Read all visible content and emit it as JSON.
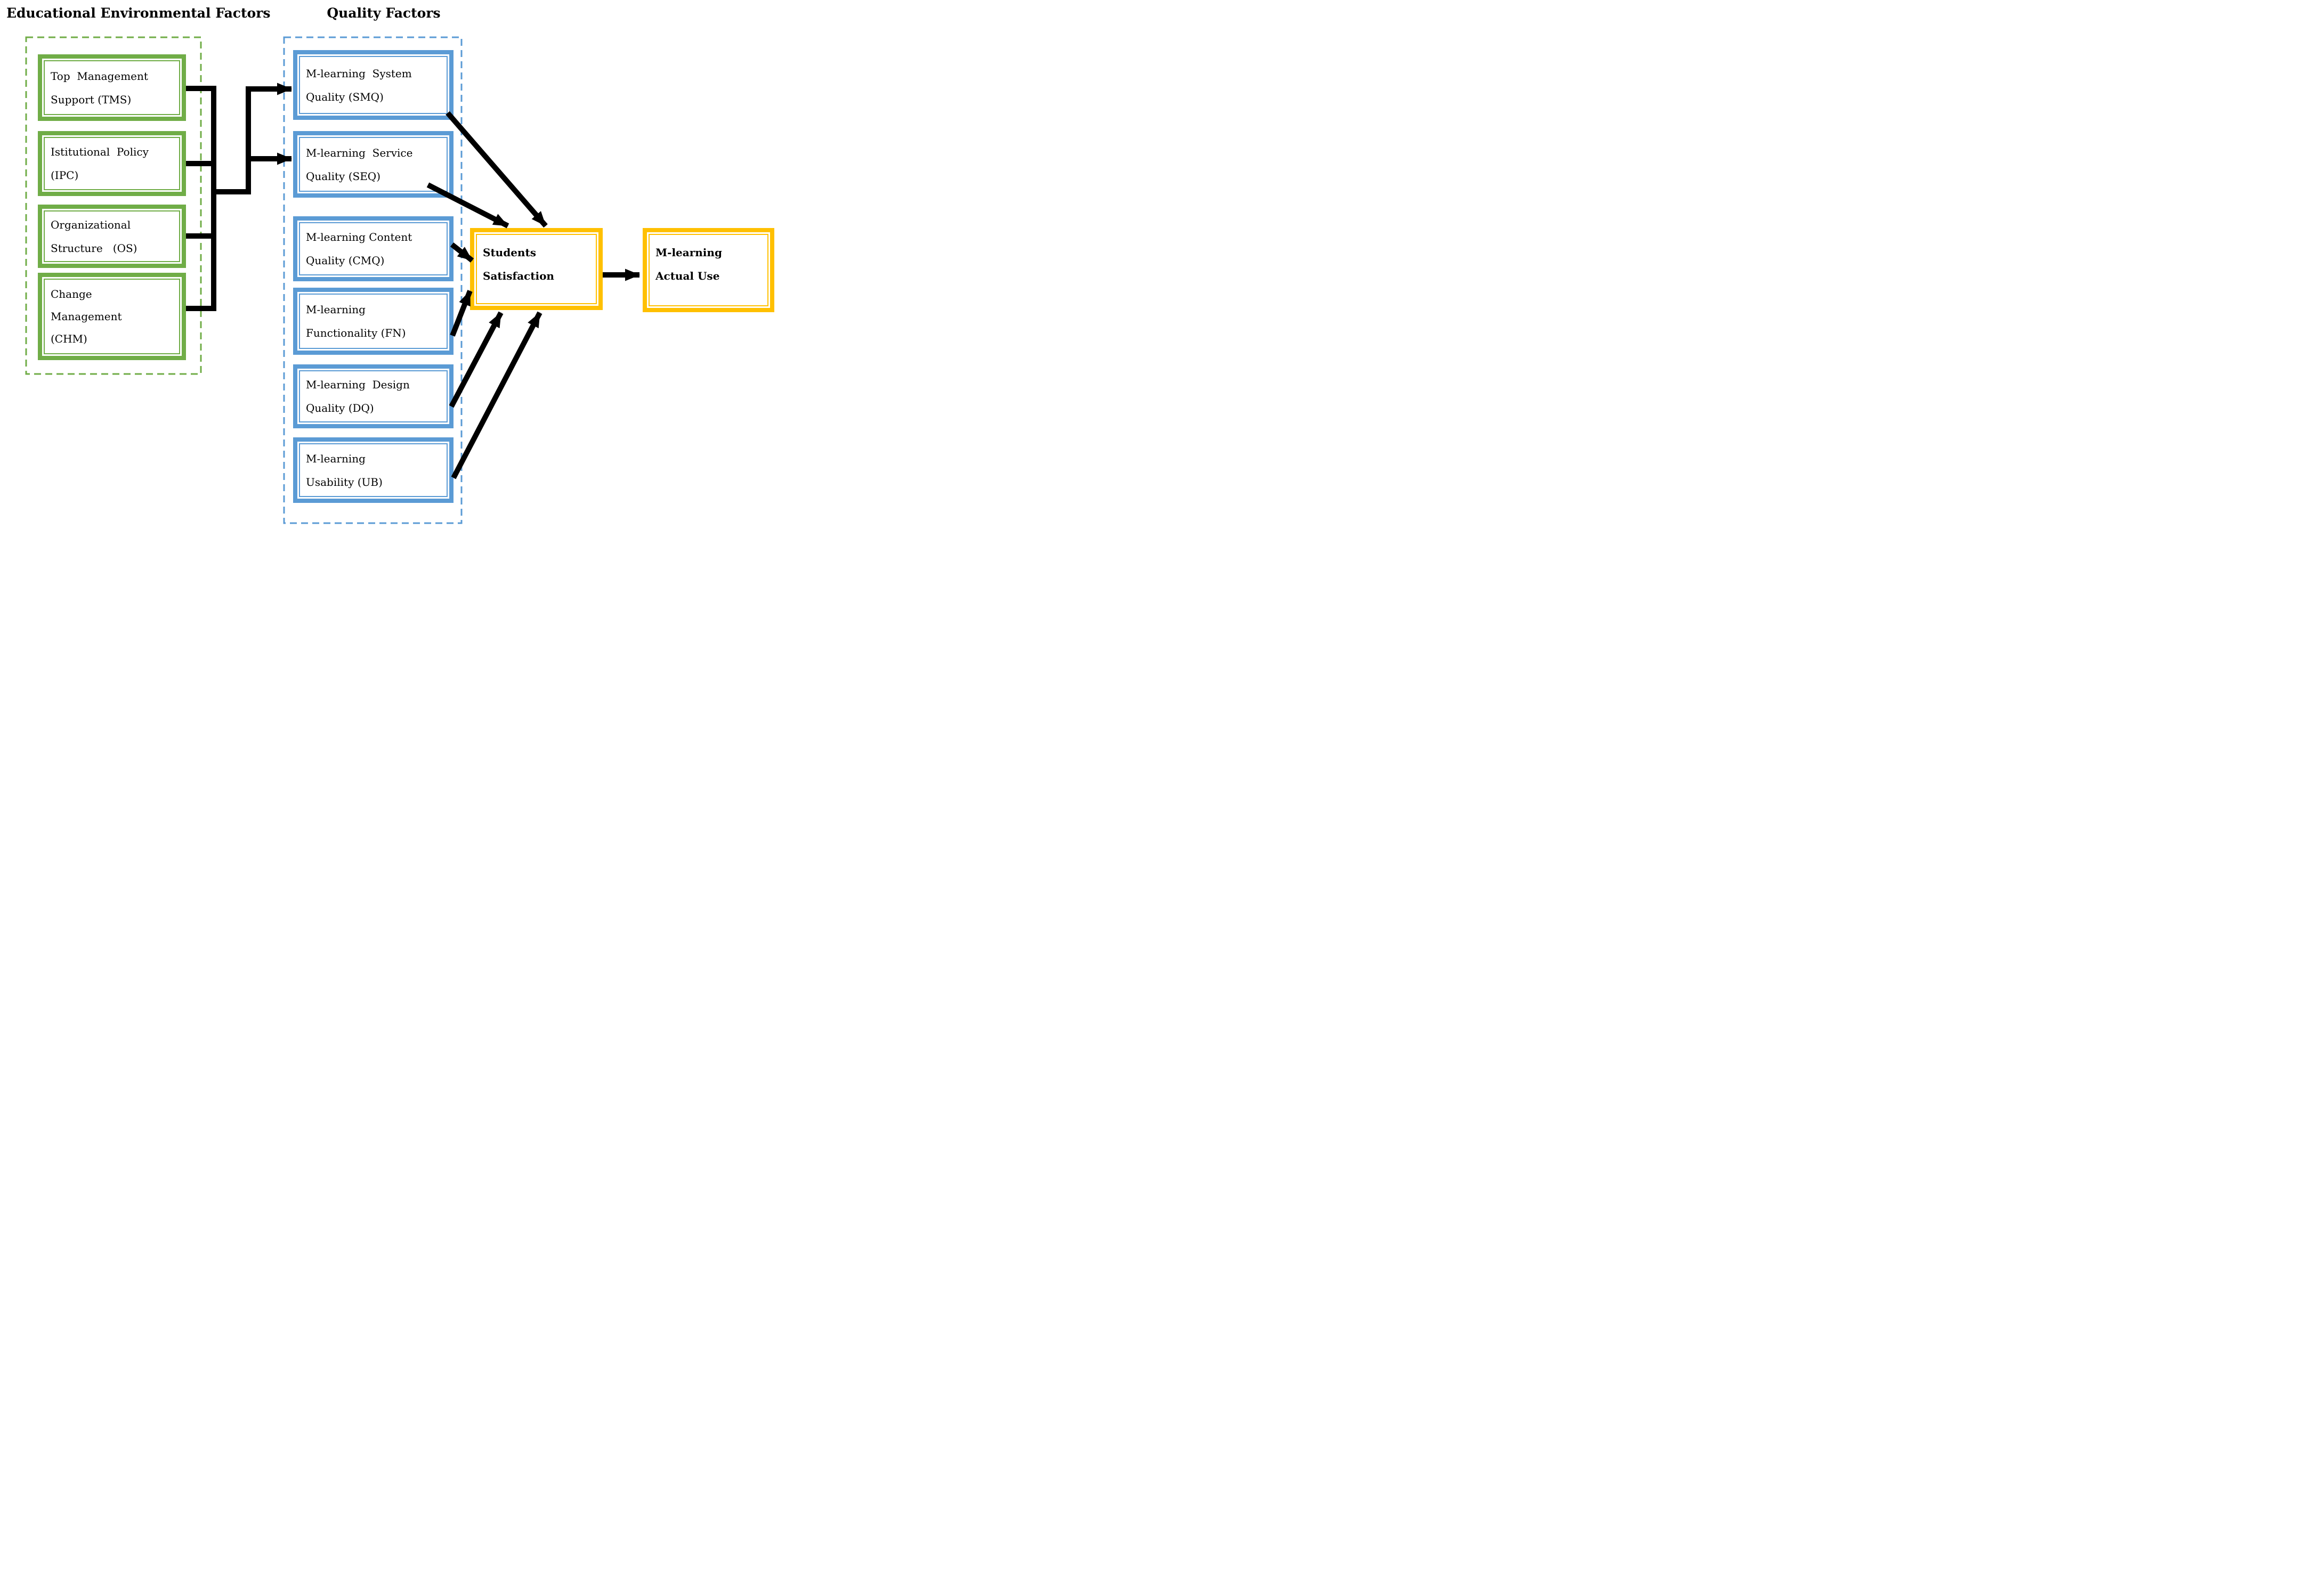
{
  "titles": {
    "environmental": "Educational Environmental Factors",
    "quality": "Quality Factors"
  },
  "groups": {
    "environmental": {
      "boxes": [
        {
          "id": "tms",
          "label": "Top  Management\nSupport (TMS)"
        },
        {
          "id": "ipc",
          "label": "Istitutional  Policy\n(IPC)"
        },
        {
          "id": "os",
          "label": "Organizational\nStructure   (OS)"
        },
        {
          "id": "chm",
          "label": "Change\nManagement\n(CHM)"
        }
      ]
    },
    "quality": {
      "boxes": [
        {
          "id": "smq",
          "label": "M-learning  System\nQuality (SMQ)"
        },
        {
          "id": "seq",
          "label": "M-learning  Service\nQuality (SEQ)"
        },
        {
          "id": "cmq",
          "label": "M-learning Content\nQuality (CMQ)"
        },
        {
          "id": "fn",
          "label": "M-learning\nFunctionality (FN)"
        },
        {
          "id": "dq",
          "label": "M-learning  Design\nQuality (DQ)"
        },
        {
          "id": "ub",
          "label": "M-learning\nUsability (UB)"
        }
      ]
    }
  },
  "outcomes": {
    "satisfaction": {
      "label": "Students\nSatisfaction"
    },
    "actual_use": {
      "label": "M-learning\nActual Use"
    }
  },
  "relations": [
    "TMS/IPC/OS/CHM -> SMQ",
    "TMS/IPC/OS/CHM -> SEQ",
    "SMQ -> Students Satisfaction",
    "SEQ -> Students Satisfaction",
    "CMQ -> Students Satisfaction",
    "FN -> Students Satisfaction",
    "DQ -> Students Satisfaction",
    "UB -> Students Satisfaction",
    "Students Satisfaction -> M-learning Actual Use"
  ],
  "colors": {
    "green": "#70AD47",
    "blue": "#5B9BD5",
    "gold": "#FFC000",
    "arrow": "#000000"
  }
}
